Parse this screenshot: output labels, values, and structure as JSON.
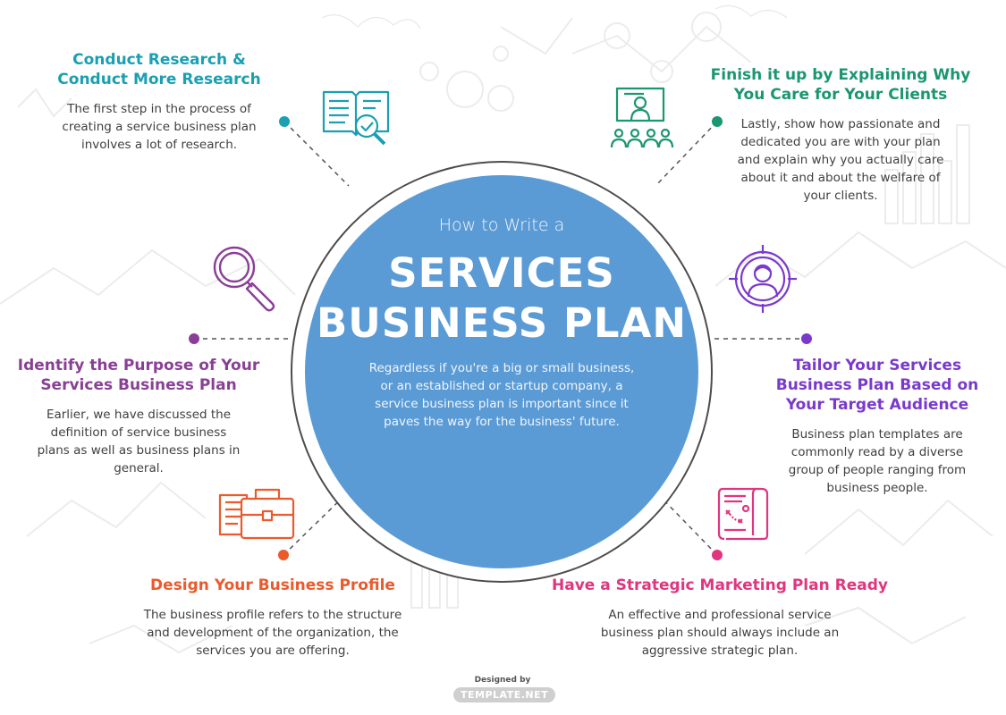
{
  "center": {
    "pre_title": "How to Write a",
    "title_line1": "SERVICES",
    "title_line2": "BUSINESS PLAN",
    "body": "Regardless if you're a big or small business, or an established or startup company, a service business plan is important since it paves the way for the business' future."
  },
  "steps": [
    {
      "title": "Conduct Research & Conduct More Research",
      "body": "The first step in the process of creating a service business plan involves a lot of research.",
      "color": "#1a9fb3",
      "icon": "open-book-check-icon"
    },
    {
      "title": "Finish it up by Explaining Why You Care for Your Clients",
      "body": "Lastly, show how passionate and dedicated you are with your plan and explain why you actually care about it and about the welfare of your clients.",
      "color": "#1b9670",
      "icon": "presentation-audience-icon"
    },
    {
      "title": "Identify the Purpose of Your Services Business Plan",
      "body": "Earlier, we have discussed the definition of service business plans as well as business plans in general.",
      "color": "#8a3f96",
      "icon": "magnifier-icon"
    },
    {
      "title": "Tailor Your Services Business Plan Based on Your Target Audience",
      "body": "Business plan templates are commonly read by a diverse group of people ranging from business people.",
      "color": "#7b39cc",
      "icon": "target-person-icon"
    },
    {
      "title": "Design Your Business Profile",
      "body": "The business profile refers to the structure and development of the organization, the services you are offering.",
      "color": "#ea5a2c",
      "icon": "briefcase-document-icon"
    },
    {
      "title": "Have a Strategic Marketing Plan Ready",
      "body": "An effective and professional service business plan should always include an aggressive strategic plan.",
      "color": "#e0357f",
      "icon": "strategy-scroll-icon"
    }
  ],
  "footer": {
    "designed_by": "Designed by",
    "brand": "TEMPLATE.NET"
  },
  "colors": {
    "circle": "#5b9bd5",
    "ring": "#4d4d4d",
    "connector": "#555555"
  }
}
